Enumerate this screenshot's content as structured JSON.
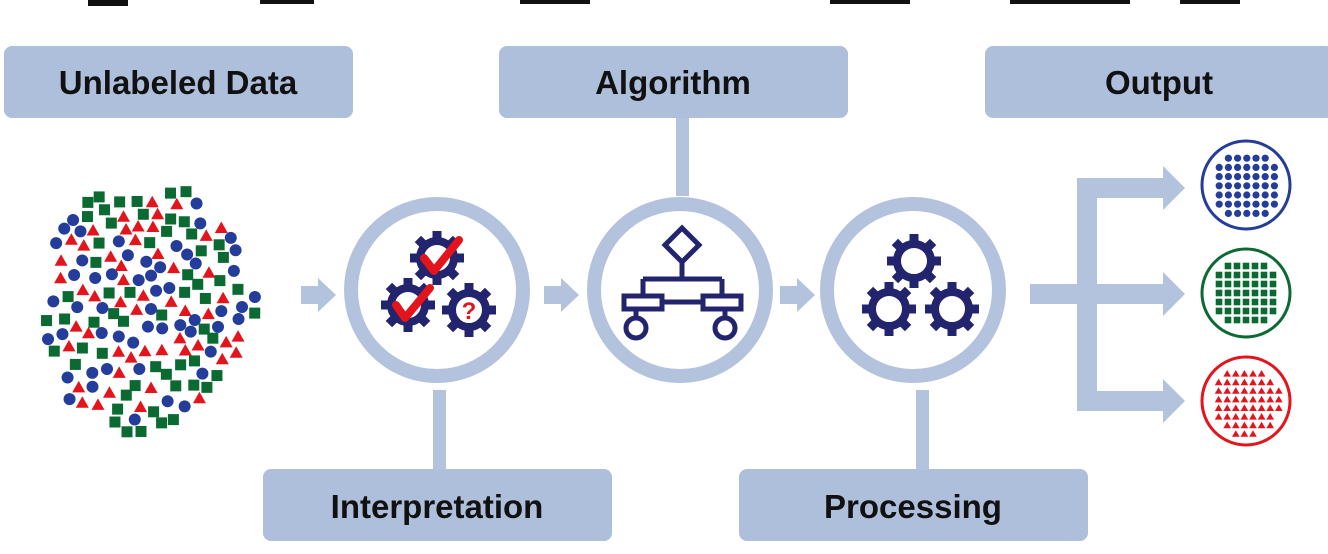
{
  "labels": {
    "unlabeled_data": "Unlabeled Data",
    "algorithm": "Algorithm",
    "output": "Output",
    "interpretation": "Interpretation",
    "processing": "Processing"
  },
  "gear_question_mark": "?",
  "colors": {
    "box_fill": "#aebfdb",
    "connector": "#b3c3de",
    "ring": "#b3c3de",
    "icon_navy": "#23246e",
    "blue": "#243d9a",
    "red": "#e3141b",
    "green": "#0b6a32",
    "text": "#111111"
  },
  "icons": {
    "interpretation": "gears-with-checkmarks-and-question-icon",
    "algorithm": "flowchart-decision-icon",
    "processing": "three-gears-icon"
  }
}
